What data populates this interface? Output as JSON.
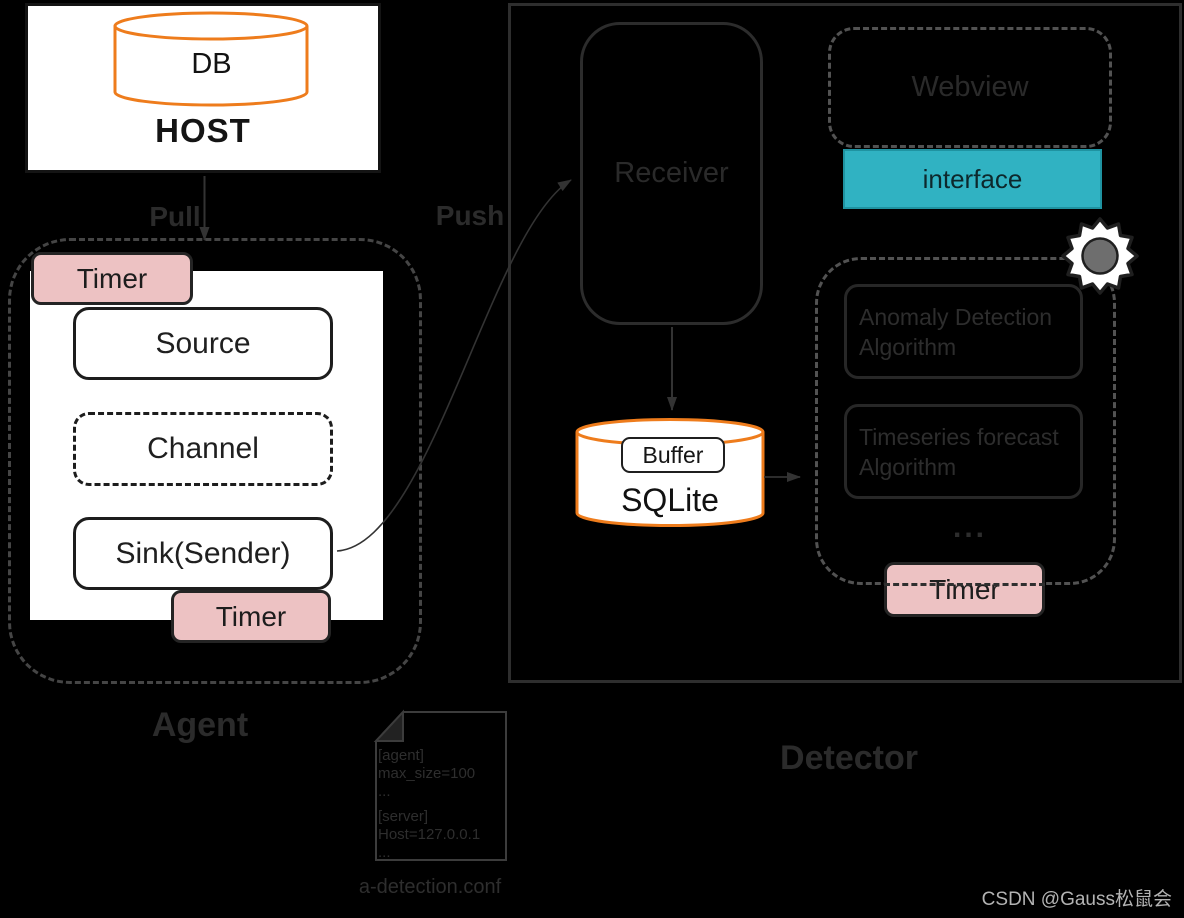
{
  "host": {
    "db_label": "DB",
    "title": "HOST"
  },
  "labels": {
    "pull": "Pull",
    "push": "Push",
    "agent": "Agent",
    "detector": "Detector"
  },
  "agent": {
    "timer_top": "Timer",
    "source": "Source",
    "channel": "Channel",
    "sink": "Sink(Sender)",
    "timer_bottom": "Timer"
  },
  "detector": {
    "receiver": "Receiver",
    "webview": "Webview",
    "interface": "interface",
    "buffer": "Buffer",
    "sqlite": "SQLite",
    "anomaly_algorithm": "Anomaly Detection\nAlgorithm",
    "timeseries_algorithm": "Timeseries forecast\nAlgorithm",
    "more": "...",
    "timer": "Timer"
  },
  "config_file": {
    "lines": [
      "[agent]",
      "max_size=100",
      "...",
      "[server]",
      "Host=127.0.0.1",
      "..."
    ],
    "filename": "a-detection.conf"
  },
  "watermark": "CSDN @Gauss松鼠会",
  "colors": {
    "orange": "#ee7c1c",
    "teal": "#30b2c2",
    "pink": "#edc2c3"
  }
}
